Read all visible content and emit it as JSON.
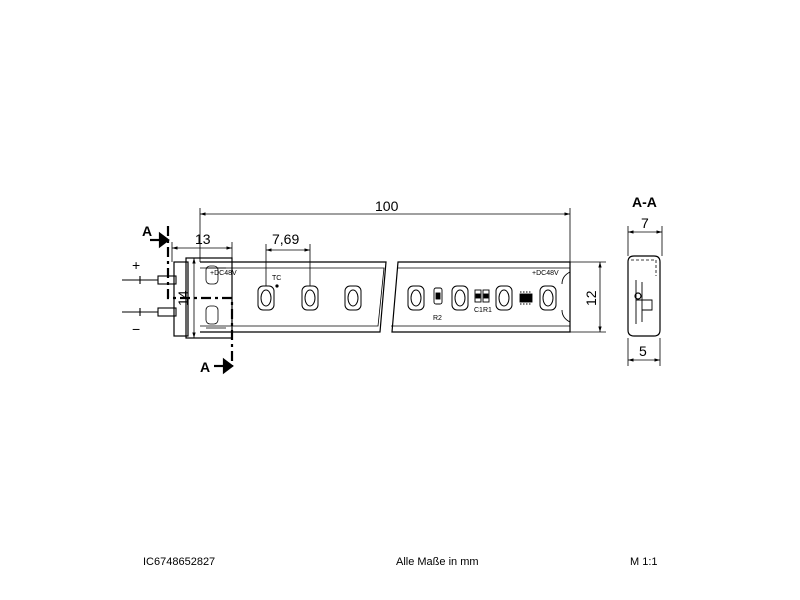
{
  "dimensions": {
    "length": "100",
    "connector": "13",
    "led_pitch": "7,69",
    "connector_height": "14",
    "strip_height": "12",
    "profile_width": "7",
    "profile_depth": "5"
  },
  "section": {
    "label": "A-A",
    "marker_top": "A",
    "marker_bottom": "A"
  },
  "polarity": {
    "plus": "+",
    "minus": "−"
  },
  "pcb_labels": {
    "voltage_left": "+DC48V",
    "voltage_right": "+DC48V",
    "tc": "TC",
    "r2": "R2",
    "c1": "C1",
    "r1": "R1"
  },
  "footer": {
    "article_number": "IC6748652827",
    "units_note": "Alle Maße in mm",
    "scale": "M 1:1"
  }
}
